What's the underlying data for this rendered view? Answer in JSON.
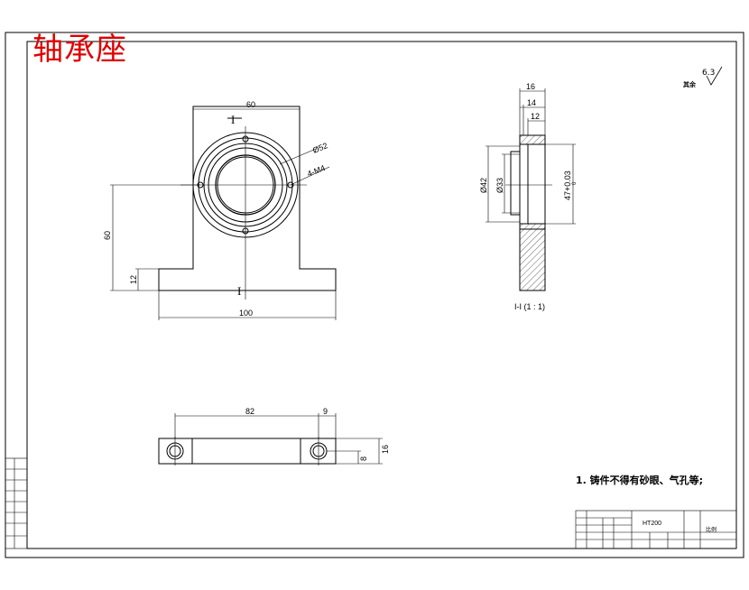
{
  "title": "轴承座",
  "note": "1. 铸件不得有砂眼、气孔等;",
  "roughness": {
    "label": "其余",
    "value": "6.3"
  },
  "front_view": {
    "dims": {
      "top_width": "60",
      "height": "60",
      "base_height": "12",
      "base_width": "100",
      "bore_dia": "Ø52",
      "holes": "4-M4"
    },
    "section_mark": "I"
  },
  "side_view": {
    "dims": {
      "w16": "16",
      "w14": "14",
      "w12": "12",
      "d42": "Ø42",
      "d33": "Ø33",
      "d47": "47+0.03",
      "d47_lower": "0"
    },
    "caption": "I-I  (1 : 1)"
  },
  "top_view": {
    "dims": {
      "spacing": "82",
      "hole_offset": "9",
      "thickness": "16",
      "hole_depth": "8"
    }
  },
  "title_block": {
    "material": "HT200",
    "scale": "比例"
  }
}
